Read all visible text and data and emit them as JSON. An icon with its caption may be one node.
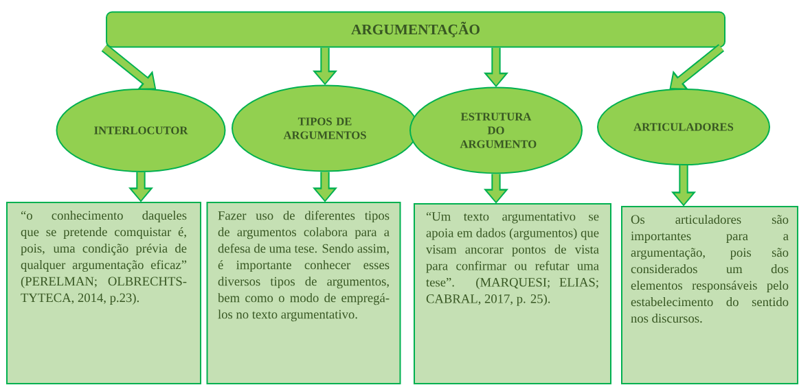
{
  "diagram": {
    "nodes": [
      {
        "text": [
          "ARGUMENTAÇÃO"
        ]
      },
      {
        "text": [
          "INTERLOCUTOR"
        ]
      },
      {
        "text": [
          "TIPOS DE ARGUMENTOS"
        ]
      },
      {
        "text": [
          "ESTRUTURA DO ARGUMENTO"
        ]
      },
      {
        "text": [
          "ARTICULADORES"
        ]
      },
      {
        "text": [
          "“o conhecimento daqueles que se pretende comquistar é, pois, uma condição prévia de qualquer argumentação eficaz” (PERELMAN; OLBRECHTS-TYTECA, 2014, p.23)."
        ]
      },
      {
        "text": [
          "Fazer uso de diferentes tipos de argumentos colabora para a defesa de uma tese. Sendo assim, é importante conhecer esses diversos tipos de argumentos, bem como o modo de empregá-los no texto argumentativo."
        ]
      },
      {
        "text": [
          "“Um texto argumentativo se apoia em dados (argumentos) que visam ancorar pontos de vista para confirmar ou refutar uma tese”. (MARQUESI; ELIAS; CABRAL, 2017, p. 25)."
        ]
      },
      {
        "text": [
          "Os articuladores são importantes para a argumentação, pois são considerados um dos elementos responsáveis pelo estabelecimento do sentido nos discursos."
        ]
      }
    ],
    "edges": [
      {
        "from": 0,
        "to": 1,
        "arrow": "to"
      },
      {
        "from": 0,
        "to": 2,
        "arrow": "to"
      },
      {
        "from": 0,
        "to": 3,
        "arrow": "to"
      },
      {
        "from": 0,
        "to": 4,
        "arrow": "to"
      },
      {
        "from": 1,
        "to": 5,
        "arrow": "to"
      },
      {
        "from": 2,
        "to": 6,
        "arrow": "to"
      },
      {
        "from": 3,
        "to": 7,
        "arrow": "to"
      },
      {
        "from": 4,
        "to": 8,
        "arrow": "to"
      }
    ]
  }
}
